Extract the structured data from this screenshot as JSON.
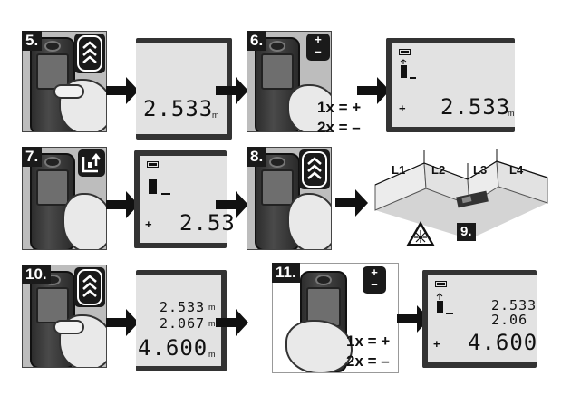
{
  "steps": {
    "s5": {
      "label": "5.",
      "reading": "2.533",
      "unit": "m"
    },
    "s6": {
      "label": "6.",
      "plus_icon": "+",
      "minus_icon": "–",
      "reading": "2.533",
      "unit": "m",
      "sign": "+",
      "press_1": "1x = +",
      "press_2": "2x = –"
    },
    "s7": {
      "label": "7.",
      "reading": "2.53",
      "sign": "+"
    },
    "s8": {
      "label": "8."
    },
    "s9": {
      "label": "9.",
      "segments": [
        "L1",
        "L2",
        "L3",
        "L4"
      ]
    },
    "s10": {
      "label": "10.",
      "reading_1": "2.533",
      "reading_2": "2.067",
      "result": "4.600",
      "unit": "m"
    },
    "s11": {
      "label": "11.",
      "plus_icon": "+",
      "minus_icon": "–",
      "reading_1": "2.533",
      "reading_2": "2.06",
      "result": "4.600",
      "sign": "+",
      "press_1": "1x = +",
      "press_2": "2x = –"
    }
  },
  "icons": [
    "chevrons-up-icon",
    "plus-minus-icon",
    "area-mode-icon",
    "arrow-right-icon",
    "laser-warning-icon",
    "battery-icon",
    "measure-ref-icon"
  ],
  "colors": {
    "ink": "#111111",
    "lcd": "#e2e2e2",
    "frame": "#333333",
    "device": "#3a3a3a"
  }
}
